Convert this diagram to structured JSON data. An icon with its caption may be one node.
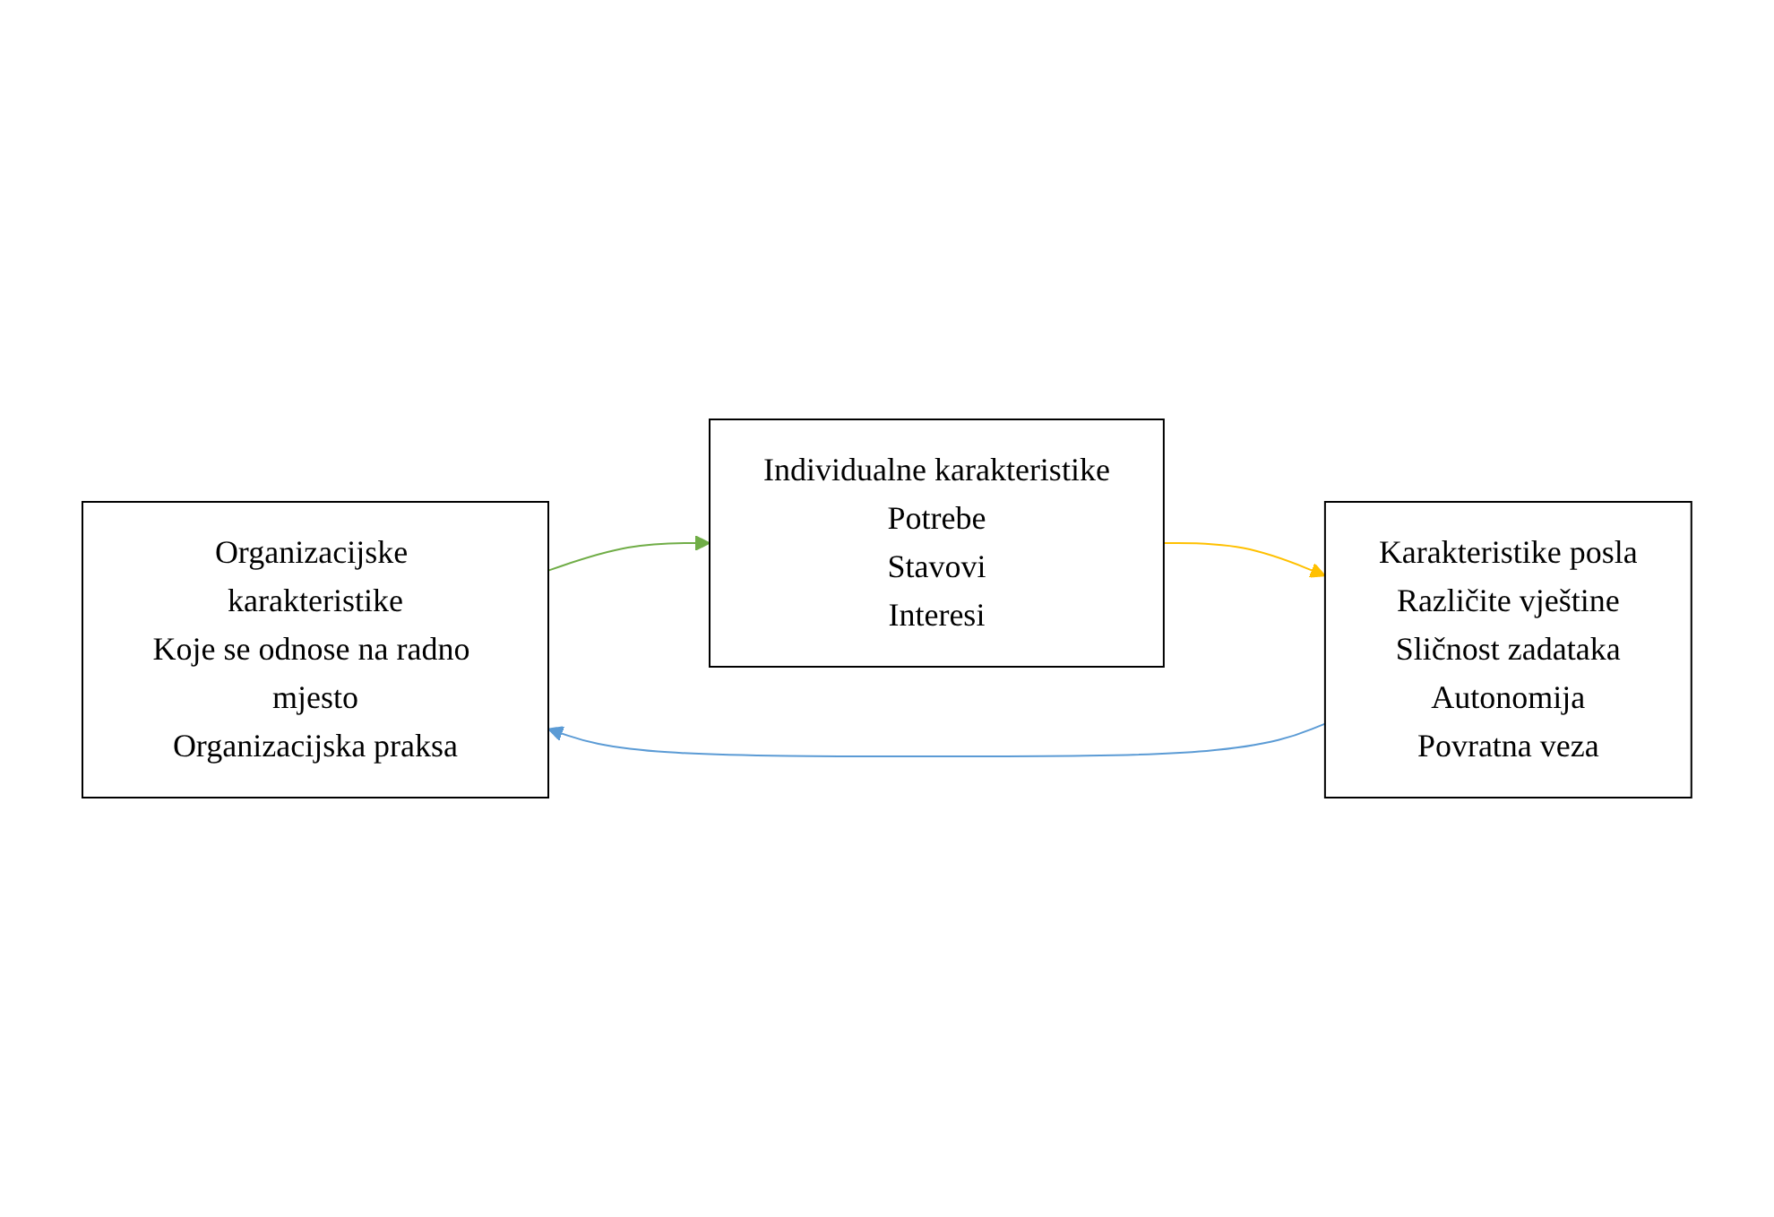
{
  "diagram": {
    "nodes": [
      {
        "text": [
          "Organizacijske karakteristike",
          "Koje se odnose na radno mjesto",
          "Organizacijska praksa"
        ]
      },
      {
        "text": [
          "Individualne karakteristike",
          "Potrebe",
          "Stavovi",
          "Interesi"
        ]
      },
      {
        "text": [
          "Karakteristike posla",
          "Različite vještine",
          "Sličnost zadataka",
          "Autonomija",
          "Povratna veza"
        ]
      }
    ],
    "edges": [
      {
        "from": 0,
        "to": 1,
        "arrow": "to",
        "color": "#70ad47"
      },
      {
        "from": 1,
        "to": 2,
        "arrow": "to",
        "color": "#ffc000"
      },
      {
        "from": 2,
        "to": 0,
        "arrow": "to",
        "color": "#5b9bd5"
      }
    ]
  }
}
